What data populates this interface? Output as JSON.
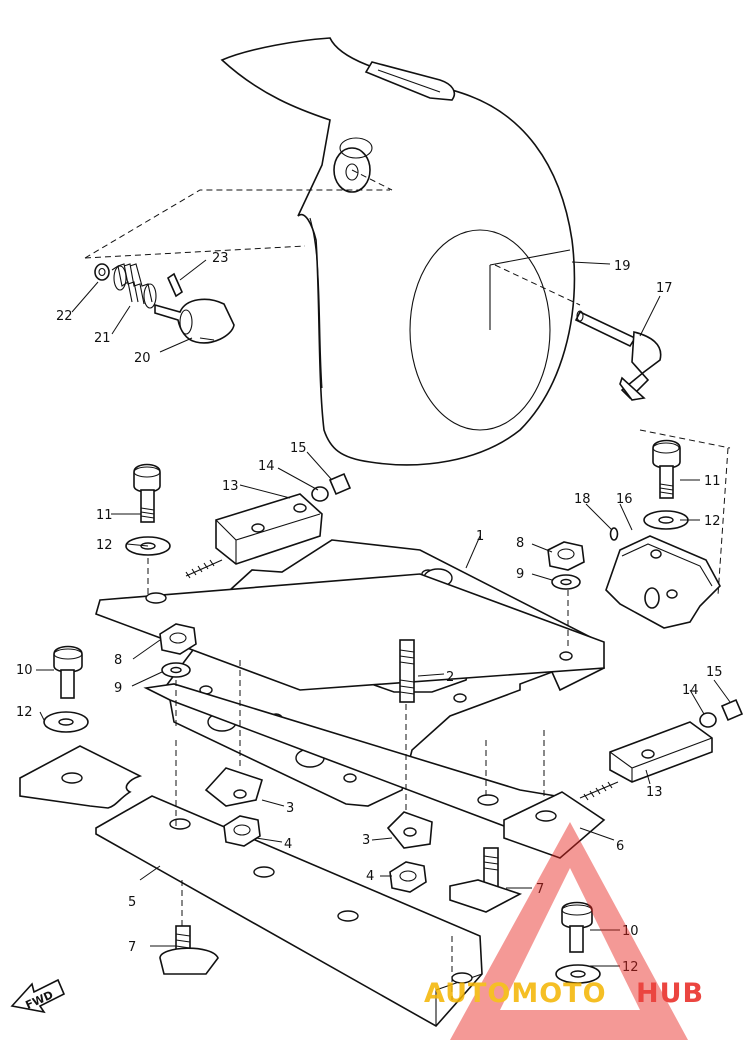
{
  "diagram": {
    "callouts": [
      {
        "id": "c1",
        "text": "1"
      },
      {
        "id": "c2",
        "text": "2"
      },
      {
        "id": "c3a",
        "text": "3"
      },
      {
        "id": "c3b",
        "text": "3"
      },
      {
        "id": "c4a",
        "text": "4"
      },
      {
        "id": "c4b",
        "text": "4"
      },
      {
        "id": "c5",
        "text": "5"
      },
      {
        "id": "c6",
        "text": "6"
      },
      {
        "id": "c7a",
        "text": "7"
      },
      {
        "id": "c7b",
        "text": "7"
      },
      {
        "id": "c8a",
        "text": "8"
      },
      {
        "id": "c8b",
        "text": "8"
      },
      {
        "id": "c9a",
        "text": "9"
      },
      {
        "id": "c9b",
        "text": "9"
      },
      {
        "id": "c10a",
        "text": "10"
      },
      {
        "id": "c10b",
        "text": "10"
      },
      {
        "id": "c11a",
        "text": "11"
      },
      {
        "id": "c11b",
        "text": "11"
      },
      {
        "id": "c12a",
        "text": "12"
      },
      {
        "id": "c12b",
        "text": "12"
      },
      {
        "id": "c12c",
        "text": "12"
      },
      {
        "id": "c12d",
        "text": "12"
      },
      {
        "id": "c13a",
        "text": "13"
      },
      {
        "id": "c13b",
        "text": "13"
      },
      {
        "id": "c14a",
        "text": "14"
      },
      {
        "id": "c14b",
        "text": "14"
      },
      {
        "id": "c15a",
        "text": "15"
      },
      {
        "id": "c15b",
        "text": "15"
      },
      {
        "id": "c16",
        "text": "16"
      },
      {
        "id": "c17",
        "text": "17"
      },
      {
        "id": "c18",
        "text": "18"
      },
      {
        "id": "c19",
        "text": "19"
      },
      {
        "id": "c20",
        "text": "20"
      },
      {
        "id": "c21",
        "text": "21"
      },
      {
        "id": "c22",
        "text": "22"
      },
      {
        "id": "c23",
        "text": "23"
      }
    ],
    "fwd_label": "FWD"
  },
  "watermark": {
    "brand_part1": "AUTOMOTO",
    "brand_part2": "HUB",
    "color_primary": "#e8251f",
    "color_secondary": "#f4b400"
  }
}
